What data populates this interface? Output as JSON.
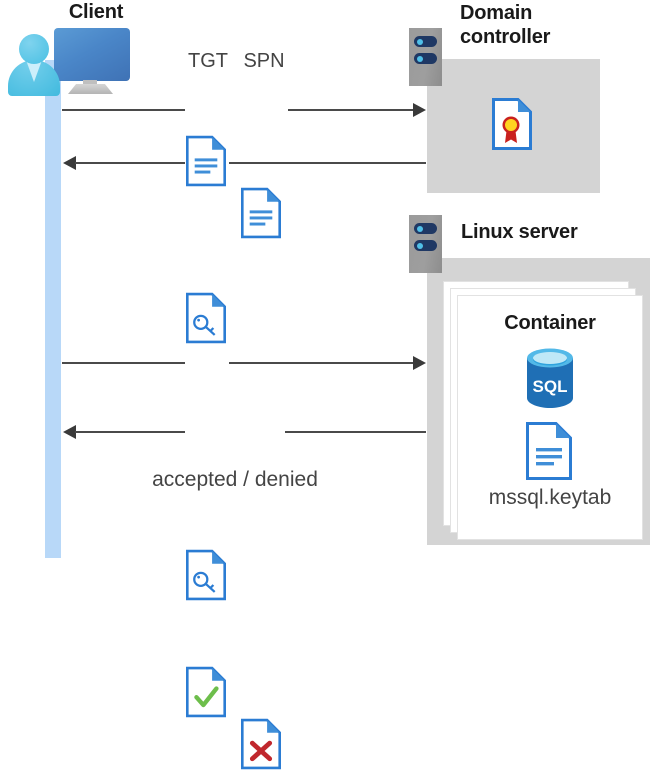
{
  "diagram": {
    "title": "Kerberos authentication flow between client, domain controller and Linux server container",
    "type": "sequence-diagram"
  },
  "actors": {
    "client": {
      "label": "Client",
      "icon": "client-computer-icon"
    },
    "domain_controller": {
      "label_line1": "Domain",
      "label_line2": "controller",
      "icon": "server-rack-icon",
      "contents": [
        {
          "icon": "certificate-document-icon",
          "label": ""
        }
      ]
    },
    "linux_server": {
      "label": "Linux server",
      "icon": "server-rack-icon",
      "container": {
        "label": "Container",
        "items": [
          {
            "icon": "sql-database-icon",
            "label": "SQL"
          },
          {
            "icon": "keytab-document-icon",
            "label": "mssql.keytab"
          }
        ]
      }
    }
  },
  "messages": [
    {
      "id": "msg-1",
      "direction": "right",
      "from": "client",
      "to": "domain-controller",
      "icons": [
        {
          "name": "tgt-document-icon",
          "label": "TGT"
        },
        {
          "name": "spn-document-icon",
          "label": "SPN"
        }
      ],
      "caption": ""
    },
    {
      "id": "msg-2",
      "direction": "left",
      "from": "domain-controller",
      "to": "client",
      "icons": [
        {
          "name": "service-ticket-key-document-icon",
          "label": ""
        }
      ],
      "caption": ""
    },
    {
      "id": "msg-3",
      "direction": "right",
      "from": "client",
      "to": "linux-server",
      "icons": [
        {
          "name": "service-ticket-key-document-icon",
          "label": ""
        }
      ],
      "caption": ""
    },
    {
      "id": "msg-4",
      "direction": "left",
      "from": "linux-server",
      "to": "client",
      "icons": [
        {
          "name": "accepted-check-document-icon",
          "label": ""
        },
        {
          "name": "denied-cross-document-icon",
          "label": ""
        }
      ],
      "caption": "accepted / denied"
    }
  ],
  "labels": {
    "tgt": "TGT",
    "spn": "SPN",
    "accepted_denied": "accepted / denied",
    "mssql_keytab": "mssql.keytab",
    "sql": "SQL",
    "container": "Container"
  },
  "colors": {
    "lifeline": "#b8d8f8",
    "panel_gray": "#d4d4d4",
    "server_gray": "#9b9b9b",
    "server_bar_navy": "#1f3864",
    "server_dot_blue": "#50c0e8",
    "doc_blue": "#2b7cd3",
    "doc_fold_blue": "#3f8ed8",
    "accent_check_green": "#6dbe4b",
    "accent_cross_red": "#c0272d",
    "cert_gold": "#ffd320",
    "cert_ribbon_red": "#c9211e",
    "sql_blue": "#1f6fb5",
    "line_dark": "#4a4a4a",
    "text_dark": "#1a1a1a",
    "text_gray": "#444444"
  }
}
